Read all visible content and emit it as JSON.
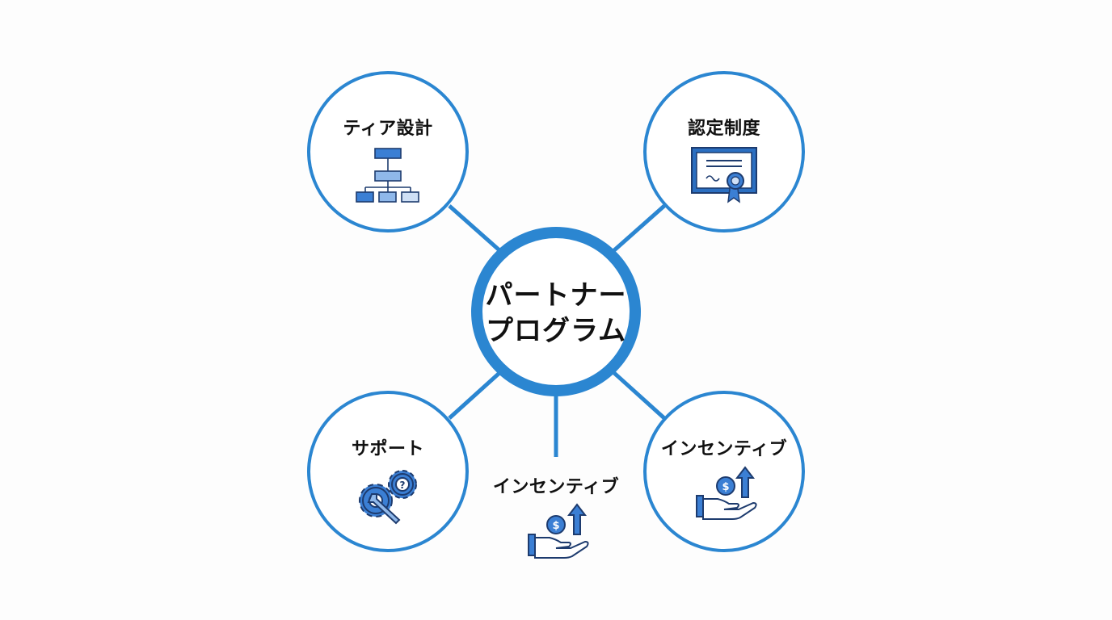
{
  "diagram": {
    "center": {
      "line1": "パートナー",
      "line2": "プログラム"
    },
    "nodes": [
      {
        "id": "tier",
        "label": "ティア設計",
        "icon": "hierarchy-chart-icon"
      },
      {
        "id": "cert",
        "label": "認定制度",
        "icon": "certificate-icon"
      },
      {
        "id": "support",
        "label": "サポート",
        "icon": "gears-wrench-question-icon"
      },
      {
        "id": "incentive-right",
        "label": "インセンティブ",
        "icon": "hand-coin-arrow-icon"
      }
    ],
    "bottom_branch": {
      "label": "インセンティブ",
      "icon": "hand-coin-arrow-icon"
    }
  },
  "colors": {
    "accent": "#2b86d1",
    "icon_dark": "#1d3b6e",
    "icon_blue": "#3b7fd4",
    "icon_light": "#8fb8ea",
    "icon_pale": "#cfe0f6",
    "text": "#111111"
  }
}
